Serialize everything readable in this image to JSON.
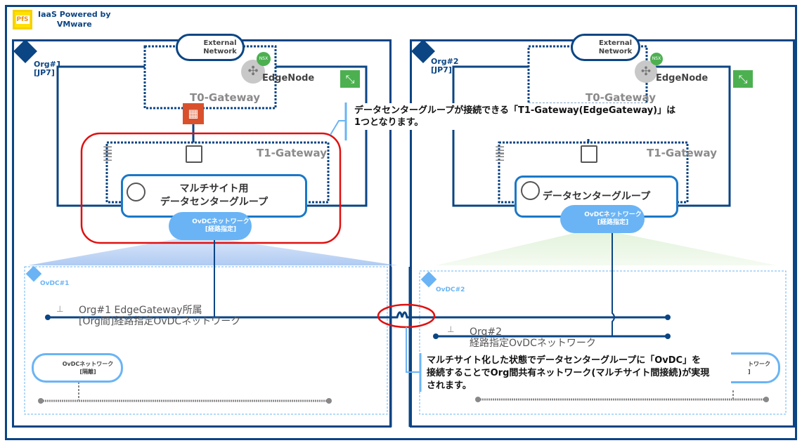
{
  "brand": {
    "logo_text": "PfS",
    "title_line1": "IaaS Powered by",
    "title_line2": "VMware"
  },
  "colors": {
    "navy": "#0b4584",
    "accent_blue": "#1a78c8",
    "pill_blue": "#6ab4f5",
    "highlight_red": "#e01010",
    "firewall": "#d9512c",
    "nsx_green": "#4cb050"
  },
  "orgs": [
    {
      "name": "Org#1",
      "region": "[JP7]",
      "external_network": [
        "External",
        "Network"
      ],
      "nsx_badge": "NSX",
      "edge_node": "EdgeNode",
      "t0": "T0-Gateway",
      "t1": "T1-Gateway",
      "dcg_line1": "マルチサイト用",
      "dcg_line2": "データセンターグループ",
      "ovdc_net_line1": "OvDCネットワーク",
      "ovdc_net_line2": "[経路指定]",
      "ovdc": "OvDC#1"
    },
    {
      "name": "Org#2",
      "region": "[JP7]",
      "external_network": [
        "External",
        "Network"
      ],
      "nsx_badge": "NSX",
      "edge_node": "EdgeNode",
      "t0": "T0-Gateway",
      "t1": "T1-Gateway",
      "dcg_line1": "データセンターグループ",
      "ovdc_net_line1": "OvDCネットワーク",
      "ovdc_net_line2": "[経路指定]",
      "ovdc": "OvDC#2"
    }
  ],
  "networks": {
    "org1_line1": "Org#1 EdgeGateway所属",
    "org1_line2": "[Org間]経路指定OvDCネットワーク",
    "org2_line1": "Org#2",
    "org2_line2": "経路指定OvDCネットワーク",
    "isolated_line1": "OvDCネットワーク",
    "isolated_line2": "[隔離]",
    "org2_partial_line1": "トワーク",
    "org2_partial_line2": "]"
  },
  "callouts": {
    "top": [
      "データセンターグループが接続できる「T1-Gateway(EdgeGateway)」は",
      "1つとなります。"
    ],
    "bottom": [
      "マルチサイト化した状態でデータセンターグループに「OvDC」を",
      "接続することでOrg間共有ネットワーク(マルチサイト間接続)が実現",
      "されます。"
    ]
  }
}
